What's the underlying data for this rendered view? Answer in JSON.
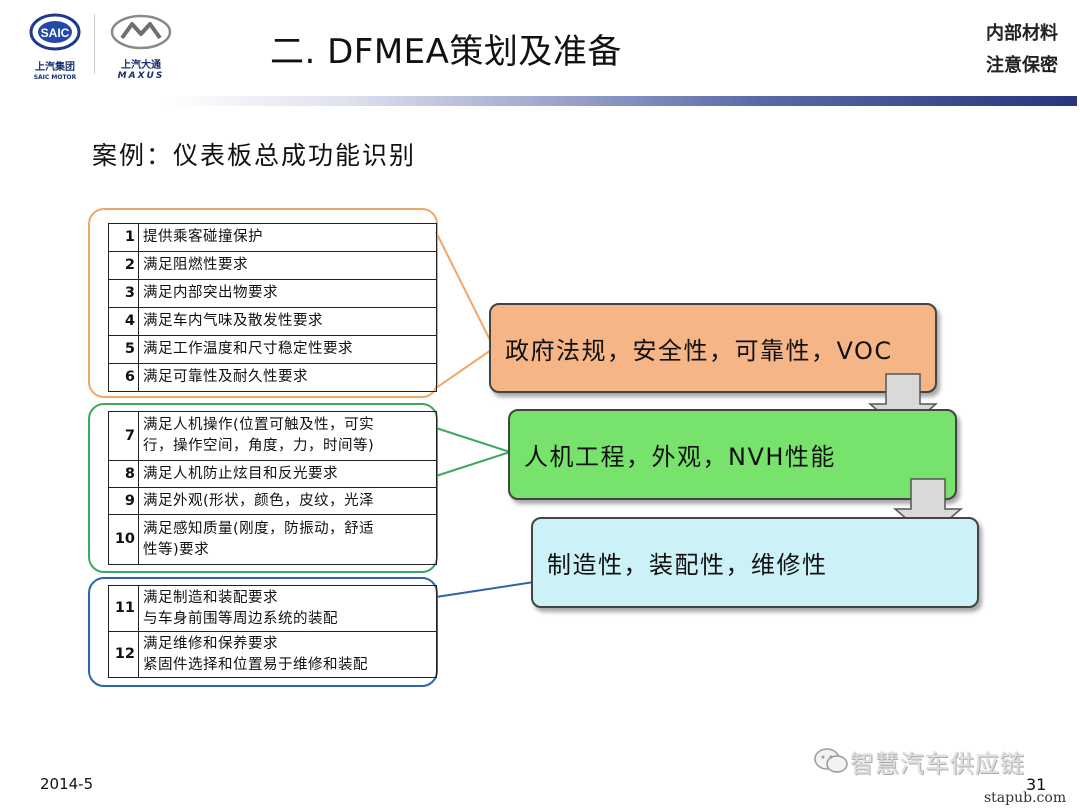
{
  "header": {
    "logo_saic_text": "SAIC",
    "logo_saic_cn": "上汽集团",
    "logo_saic_en": "SAIC MOTOR",
    "logo_maxus_cn": "上汽大通",
    "logo_maxus_en": "MAXUS",
    "title": "二. DFMEA策划及准备",
    "confidential_line1": "内部材料",
    "confidential_line2": "注意保密"
  },
  "subtitle": "案例：仪表板总成功能识别",
  "groups": [
    {
      "color": "#f0a868",
      "rows": [
        {
          "num": "1",
          "lines": [
            "提供乘客碰撞保护"
          ]
        },
        {
          "num": "2",
          "lines": [
            "满足阻燃性要求"
          ]
        },
        {
          "num": "3",
          "lines": [
            "满足内部突出物要求"
          ]
        },
        {
          "num": "4",
          "lines": [
            "满足车内气味及散发性要求"
          ]
        },
        {
          "num": "5",
          "lines": [
            "满足工作温度和尺寸稳定性要求"
          ]
        },
        {
          "num": "6",
          "lines": [
            "满足可靠性及耐久性要求"
          ]
        }
      ]
    },
    {
      "color": "#3aaa5a",
      "rows": [
        {
          "num": "7",
          "lines": [
            "满足人机操作(位置可触及性，可实",
            "行，操作空间，角度，力，时间等)"
          ]
        },
        {
          "num": "8",
          "lines": [
            "满足人机防止炫目和反光要求"
          ]
        },
        {
          "num": "9",
          "lines": [
            "满足外观(形状，颜色，皮纹，光泽"
          ]
        },
        {
          "num": "10",
          "lines": [
            "满足感知质量(刚度，防振动，舒适",
            "性等)要求"
          ]
        }
      ]
    },
    {
      "color": "#2a66a8",
      "rows": [
        {
          "num": "11",
          "lines": [
            "满足制造和装配要求",
            "与车身前围等周边系统的装配"
          ]
        },
        {
          "num": "12",
          "lines": [
            "满足维修和保养要求",
            "紧固件选择和位置易于维修和装配"
          ]
        }
      ]
    }
  ],
  "boxes": [
    {
      "label": "政府法规，安全性，可靠性，VOC",
      "color": "#f5b587"
    },
    {
      "label": "人机工程，外观，NVH性能",
      "color": "#77e36c"
    },
    {
      "label": "制造性，装配性，维修性",
      "color": "#ccf2f8"
    }
  ],
  "footer": {
    "date": "2014-5",
    "page": "31",
    "watermark": "智慧汽车供应链",
    "site": "stapub.com"
  }
}
